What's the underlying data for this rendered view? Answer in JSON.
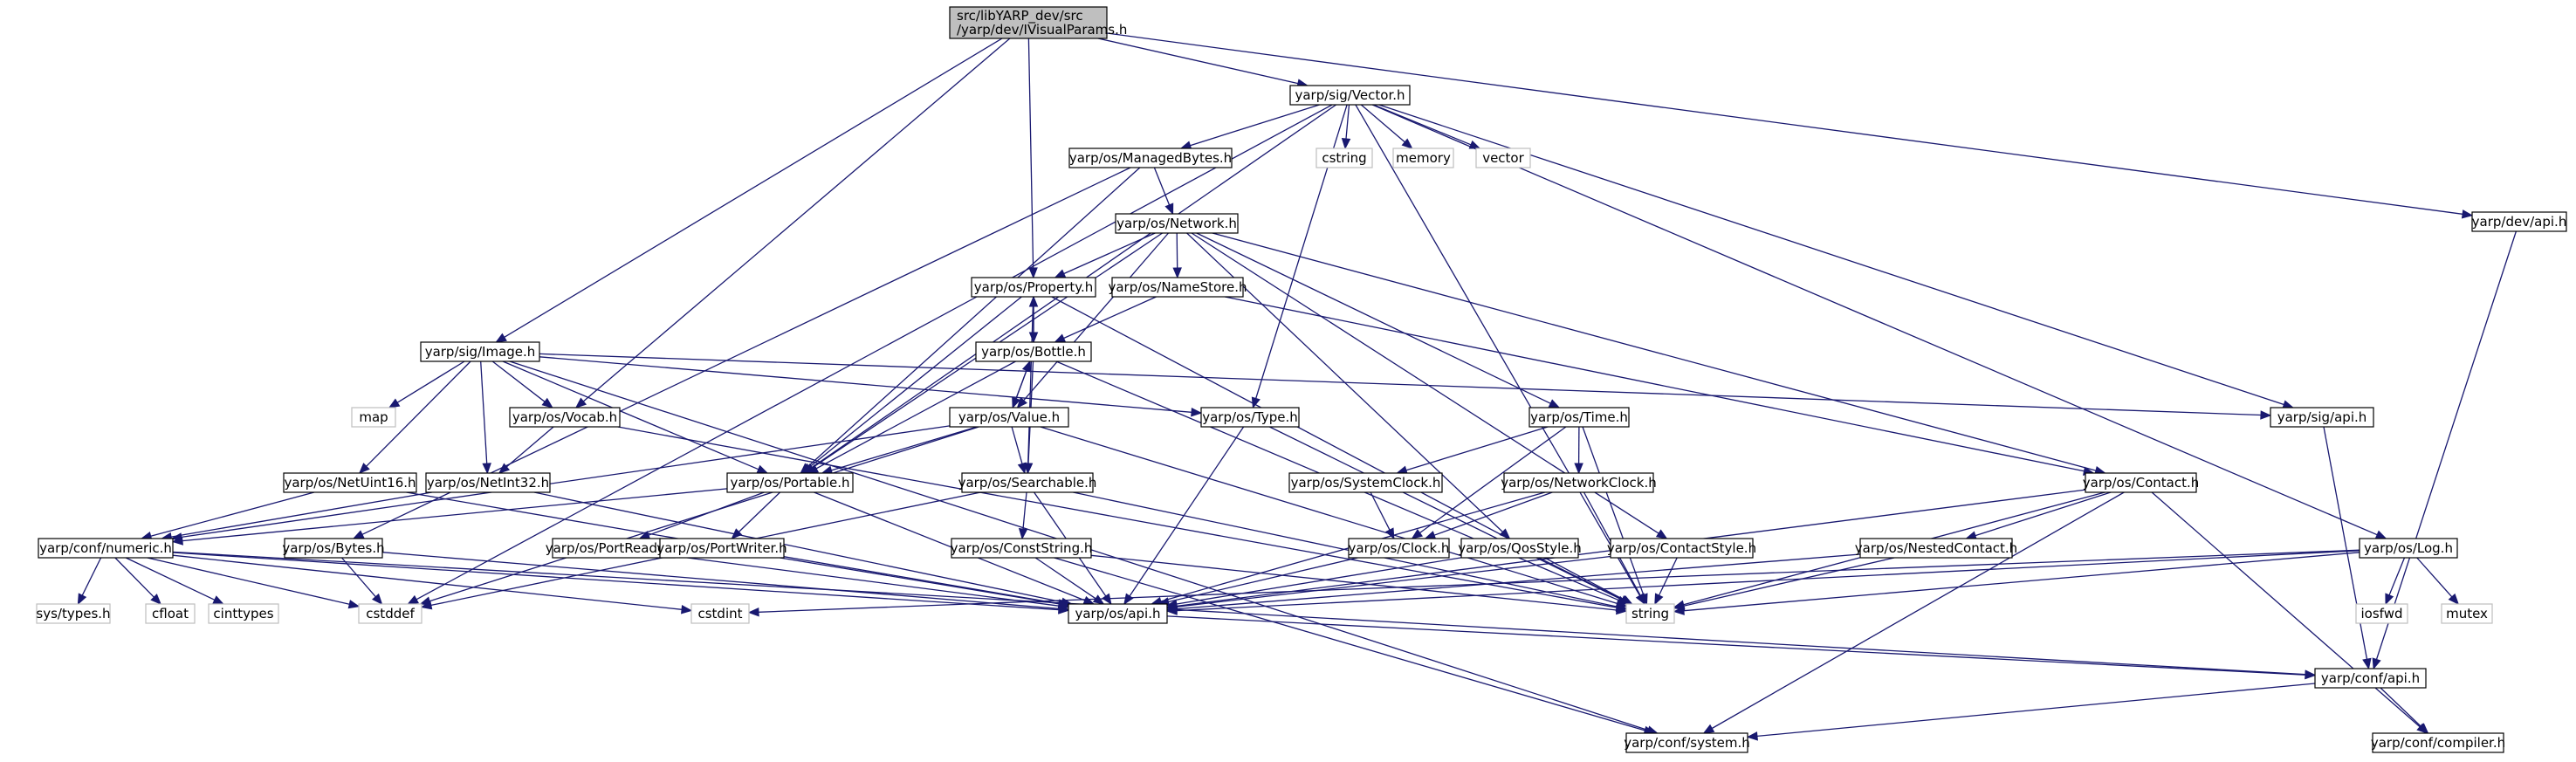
{
  "colors": {
    "edge": "#191970",
    "root_fill": "#bfbfbf",
    "system_border": "#bfbfbf"
  },
  "nodes": [
    {
      "id": "root",
      "label": "src/libYARP_dev/src\n/yarp/dev/IVisualParams.h",
      "kind": "root"
    },
    {
      "id": "vector",
      "label": "yarp/sig/Vector.h",
      "kind": "file"
    },
    {
      "id": "devapi",
      "label": "yarp/dev/api.h",
      "kind": "file"
    },
    {
      "id": "managedbytes",
      "label": "yarp/os/ManagedBytes.h",
      "kind": "file"
    },
    {
      "id": "cstring",
      "label": "cstring",
      "kind": "system"
    },
    {
      "id": "memory",
      "label": "memory",
      "kind": "system"
    },
    {
      "id": "vectorstd",
      "label": "vector",
      "kind": "system"
    },
    {
      "id": "network",
      "label": "yarp/os/Network.h",
      "kind": "file"
    },
    {
      "id": "property",
      "label": "yarp/os/Property.h",
      "kind": "file"
    },
    {
      "id": "namestore",
      "label": "yarp/os/NameStore.h",
      "kind": "file"
    },
    {
      "id": "bottle",
      "label": "yarp/os/Bottle.h",
      "kind": "file"
    },
    {
      "id": "image",
      "label": "yarp/sig/Image.h",
      "kind": "file"
    },
    {
      "id": "map",
      "label": "map",
      "kind": "system"
    },
    {
      "id": "vocab",
      "label": "yarp/os/Vocab.h",
      "kind": "file"
    },
    {
      "id": "value",
      "label": "yarp/os/Value.h",
      "kind": "file"
    },
    {
      "id": "type",
      "label": "yarp/os/Type.h",
      "kind": "file"
    },
    {
      "id": "time",
      "label": "yarp/os/Time.h",
      "kind": "file"
    },
    {
      "id": "sigapi",
      "label": "yarp/sig/api.h",
      "kind": "file"
    },
    {
      "id": "netuint16",
      "label": "yarp/os/NetUint16.h",
      "kind": "file"
    },
    {
      "id": "netint32",
      "label": "yarp/os/NetInt32.h",
      "kind": "file"
    },
    {
      "id": "portable",
      "label": "yarp/os/Portable.h",
      "kind": "file"
    },
    {
      "id": "searchable",
      "label": "yarp/os/Searchable.h",
      "kind": "file"
    },
    {
      "id": "systemclock",
      "label": "yarp/os/SystemClock.h",
      "kind": "file"
    },
    {
      "id": "networkclock",
      "label": "yarp/os/NetworkClock.h",
      "kind": "file"
    },
    {
      "id": "contact",
      "label": "yarp/os/Contact.h",
      "kind": "file"
    },
    {
      "id": "numeric",
      "label": "yarp/conf/numeric.h",
      "kind": "file"
    },
    {
      "id": "bytes",
      "label": "yarp/os/Bytes.h",
      "kind": "file"
    },
    {
      "id": "portreader",
      "label": "yarp/os/PortReader.h",
      "kind": "file"
    },
    {
      "id": "portwriter",
      "label": "yarp/os/PortWriter.h",
      "kind": "file"
    },
    {
      "id": "conststring",
      "label": "yarp/os/ConstString.h",
      "kind": "file"
    },
    {
      "id": "clock",
      "label": "yarp/os/Clock.h",
      "kind": "file"
    },
    {
      "id": "qosstyle",
      "label": "yarp/os/QosStyle.h",
      "kind": "file"
    },
    {
      "id": "contactstyle",
      "label": "yarp/os/ContactStyle.h",
      "kind": "file"
    },
    {
      "id": "nestedcontact",
      "label": "yarp/os/NestedContact.h",
      "kind": "file"
    },
    {
      "id": "log",
      "label": "yarp/os/Log.h",
      "kind": "file"
    },
    {
      "id": "systypes",
      "label": "sys/types.h",
      "kind": "system"
    },
    {
      "id": "cfloat",
      "label": "cfloat",
      "kind": "system"
    },
    {
      "id": "cinttypes",
      "label": "cinttypes",
      "kind": "system"
    },
    {
      "id": "cstddef",
      "label": "cstddef",
      "kind": "system"
    },
    {
      "id": "cstdint",
      "label": "cstdint",
      "kind": "system"
    },
    {
      "id": "osapi",
      "label": "yarp/os/api.h",
      "kind": "file"
    },
    {
      "id": "string",
      "label": "string",
      "kind": "system"
    },
    {
      "id": "iosfwd",
      "label": "iosfwd",
      "kind": "system"
    },
    {
      "id": "mutex",
      "label": "mutex",
      "kind": "system"
    },
    {
      "id": "confapi",
      "label": "yarp/conf/api.h",
      "kind": "file"
    },
    {
      "id": "confsystem",
      "label": "yarp/conf/system.h",
      "kind": "file"
    },
    {
      "id": "confcompiler",
      "label": "yarp/conf/compiler.h",
      "kind": "file"
    }
  ],
  "edges": [
    [
      "root",
      "vector"
    ],
    [
      "root",
      "devapi"
    ],
    [
      "root",
      "property"
    ],
    [
      "root",
      "image"
    ],
    [
      "root",
      "vocab"
    ],
    [
      "vector",
      "managedbytes"
    ],
    [
      "vector",
      "cstring"
    ],
    [
      "vector",
      "memory"
    ],
    [
      "vector",
      "vectorstd"
    ],
    [
      "vector",
      "portable"
    ],
    [
      "vector",
      "type"
    ],
    [
      "vector",
      "sigapi"
    ],
    [
      "vector",
      "log"
    ],
    [
      "vector",
      "cstddef"
    ],
    [
      "vector",
      "string"
    ],
    [
      "devapi",
      "confapi"
    ],
    [
      "managedbytes",
      "network"
    ],
    [
      "managedbytes",
      "portable"
    ],
    [
      "managedbytes",
      "bytes"
    ],
    [
      "network",
      "property"
    ],
    [
      "network",
      "namestore"
    ],
    [
      "network",
      "value"
    ],
    [
      "network",
      "time"
    ],
    [
      "network",
      "contact"
    ],
    [
      "network",
      "portable"
    ],
    [
      "network",
      "qosstyle"
    ],
    [
      "network",
      "contactstyle"
    ],
    [
      "property",
      "bottle"
    ],
    [
      "property",
      "searchable"
    ],
    [
      "property",
      "portable"
    ],
    [
      "property",
      "string"
    ],
    [
      "namestore",
      "bottle"
    ],
    [
      "namestore",
      "contact"
    ],
    [
      "bottle",
      "property"
    ],
    [
      "bottle",
      "value"
    ],
    [
      "bottle",
      "searchable"
    ],
    [
      "bottle",
      "portable"
    ],
    [
      "bottle",
      "string"
    ],
    [
      "image",
      "map"
    ],
    [
      "image",
      "vocab"
    ],
    [
      "image",
      "netuint16"
    ],
    [
      "image",
      "netint32"
    ],
    [
      "image",
      "portable"
    ],
    [
      "image",
      "type"
    ],
    [
      "image",
      "sigapi"
    ],
    [
      "image",
      "confsystem"
    ],
    [
      "vocab",
      "netint32"
    ],
    [
      "vocab",
      "string"
    ],
    [
      "value",
      "bottle"
    ],
    [
      "value",
      "searchable"
    ],
    [
      "value",
      "portable"
    ],
    [
      "value",
      "string"
    ],
    [
      "value",
      "numeric"
    ],
    [
      "value",
      "cstddef"
    ],
    [
      "type",
      "osapi"
    ],
    [
      "type",
      "string"
    ],
    [
      "time",
      "systemclock"
    ],
    [
      "time",
      "networkclock"
    ],
    [
      "time",
      "clock"
    ],
    [
      "time",
      "string"
    ],
    [
      "sigapi",
      "confapi"
    ],
    [
      "netuint16",
      "numeric"
    ],
    [
      "netuint16",
      "osapi"
    ],
    [
      "netint32",
      "numeric"
    ],
    [
      "netint32",
      "osapi"
    ],
    [
      "portable",
      "portreader"
    ],
    [
      "portable",
      "portwriter"
    ],
    [
      "portable",
      "osapi"
    ],
    [
      "portable",
      "numeric"
    ],
    [
      "searchable",
      "conststring"
    ],
    [
      "searchable",
      "osapi"
    ],
    [
      "searchable",
      "string"
    ],
    [
      "searchable",
      "cstddef"
    ],
    [
      "systemclock",
      "clock"
    ],
    [
      "networkclock",
      "clock"
    ],
    [
      "networkclock",
      "osapi"
    ],
    [
      "networkclock",
      "string"
    ],
    [
      "contact",
      "nestedcontact"
    ],
    [
      "contact",
      "string"
    ],
    [
      "contact",
      "osapi"
    ],
    [
      "contact",
      "confsystem"
    ],
    [
      "contact",
      "confcompiler"
    ],
    [
      "numeric",
      "systypes"
    ],
    [
      "numeric",
      "cfloat"
    ],
    [
      "numeric",
      "cinttypes"
    ],
    [
      "numeric",
      "cstddef"
    ],
    [
      "numeric",
      "cstdint"
    ],
    [
      "numeric",
      "confapi"
    ],
    [
      "numeric",
      "osapi"
    ],
    [
      "bytes",
      "cstddef"
    ],
    [
      "bytes",
      "osapi"
    ],
    [
      "portreader",
      "osapi"
    ],
    [
      "portwriter",
      "osapi"
    ],
    [
      "conststring",
      "osapi"
    ],
    [
      "conststring",
      "string"
    ],
    [
      "conststring",
      "confsystem"
    ],
    [
      "clock",
      "osapi"
    ],
    [
      "qosstyle",
      "osapi"
    ],
    [
      "qosstyle",
      "string"
    ],
    [
      "contactstyle",
      "osapi"
    ],
    [
      "contactstyle",
      "string"
    ],
    [
      "nestedcontact",
      "osapi"
    ],
    [
      "nestedcontact",
      "string"
    ],
    [
      "log",
      "osapi"
    ],
    [
      "log",
      "iosfwd"
    ],
    [
      "log",
      "mutex"
    ],
    [
      "log",
      "cstdint"
    ],
    [
      "log",
      "string"
    ],
    [
      "osapi",
      "confapi"
    ],
    [
      "confapi",
      "confsystem"
    ],
    [
      "confapi",
      "confcompiler"
    ]
  ]
}
